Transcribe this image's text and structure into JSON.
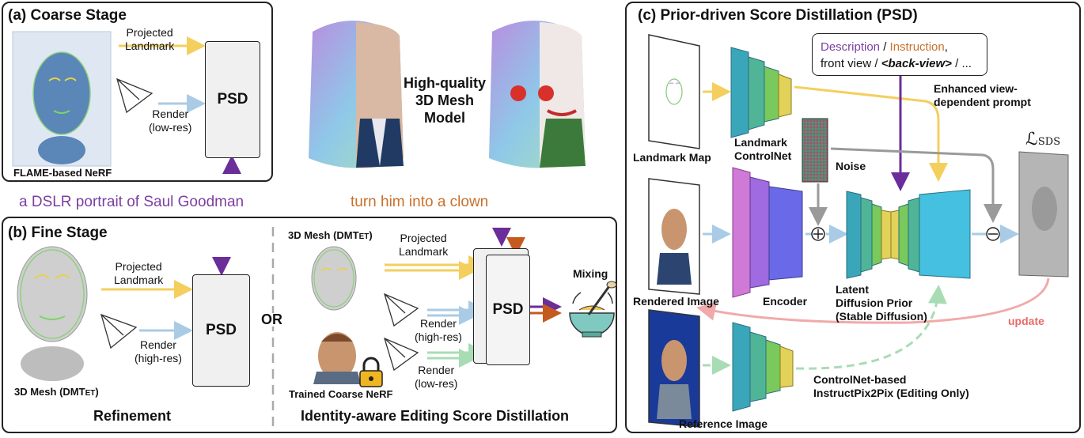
{
  "panel_a": {
    "title": "(a) Coarse Stage",
    "projected_landmark": "Projected\nLandmark",
    "render": "Render\n(low-res)",
    "psd": "PSD",
    "nerf_caption": "FLAME-based NeRF"
  },
  "mesh_model_label": "High-quality\n3D Mesh\nModel",
  "prompt_left": "a DSLR portrait of Saul Goodman",
  "prompt_right": "turn him into a clown",
  "panel_b": {
    "title": "(b) Fine Stage",
    "projected_landmark": "Projected\nLandmark",
    "render": "Render\n(high-res)",
    "psd": "PSD",
    "mesh_caption": "3D Mesh (DMT",
    "mesh_caption_sub": "ET",
    "mesh_caption_end": ")",
    "refinement": "Refinement",
    "or": "OR",
    "mesh_caption_2": "3D Mesh (DMT",
    "mesh_caption_2_sub": "ET",
    "mesh_caption_2_end": ")",
    "projected_landmark_2": "Projected\nLandmark",
    "render_high": "Render\n(high-res)",
    "render_low": "Render\n(low-res)",
    "trained_nerf": "Trained Coarse NeRF",
    "psd_2": "PSD",
    "mixing": "Mixing",
    "editing_title": "Identity-aware Editing Score Distillation"
  },
  "panel_c": {
    "title": "(c) Prior-driven Score Distillation (PSD)",
    "desc_word": "Description",
    "slash": " / ",
    "instr_word": "Instruction",
    "comma": ",",
    "prompt_line2_a": "front view / ",
    "prompt_line2_b": "<back-view>",
    "prompt_line2_c": " / ...",
    "enhanced": "Enhanced view-\ndependent prompt",
    "landmark_map": "Landmark Map",
    "landmark_controlnet": "Landmark\nControlNet",
    "noise": "Noise",
    "loss": "ℒ",
    "loss_sub": "SDS",
    "rendered_image": "Rendered Image",
    "encoder": "Encoder",
    "latent_prior": "Latent\nDiffusion Prior\n(Stable Diffusion)",
    "update": "update",
    "reference_image": "Reference Image",
    "controlnet_ip2p": "ControlNet-based\nInstructPix2Pix (Editing Only)"
  },
  "colors": {
    "purple": "#7b3fa0",
    "orange": "#c9702a",
    "yellow_arrow": "#f4cf5e",
    "blue_arrow": "#a9cbe6",
    "green_arrow": "#a8dcb4",
    "red_update": "#f2a9a9",
    "dark_arrow_purple": "#6a2d9a",
    "dark_arrow_orange": "#c55a1e"
  }
}
